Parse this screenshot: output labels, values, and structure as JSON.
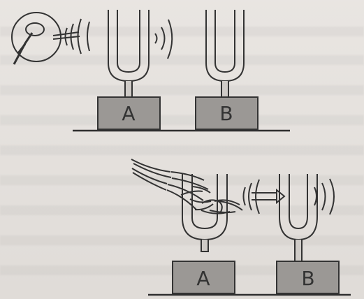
{
  "figure": {
    "top_scene": {
      "fork_a_label": "A",
      "fork_b_label": "B"
    },
    "bottom_scene": {
      "fork_a_label": "A",
      "fork_b_label": "B"
    }
  }
}
